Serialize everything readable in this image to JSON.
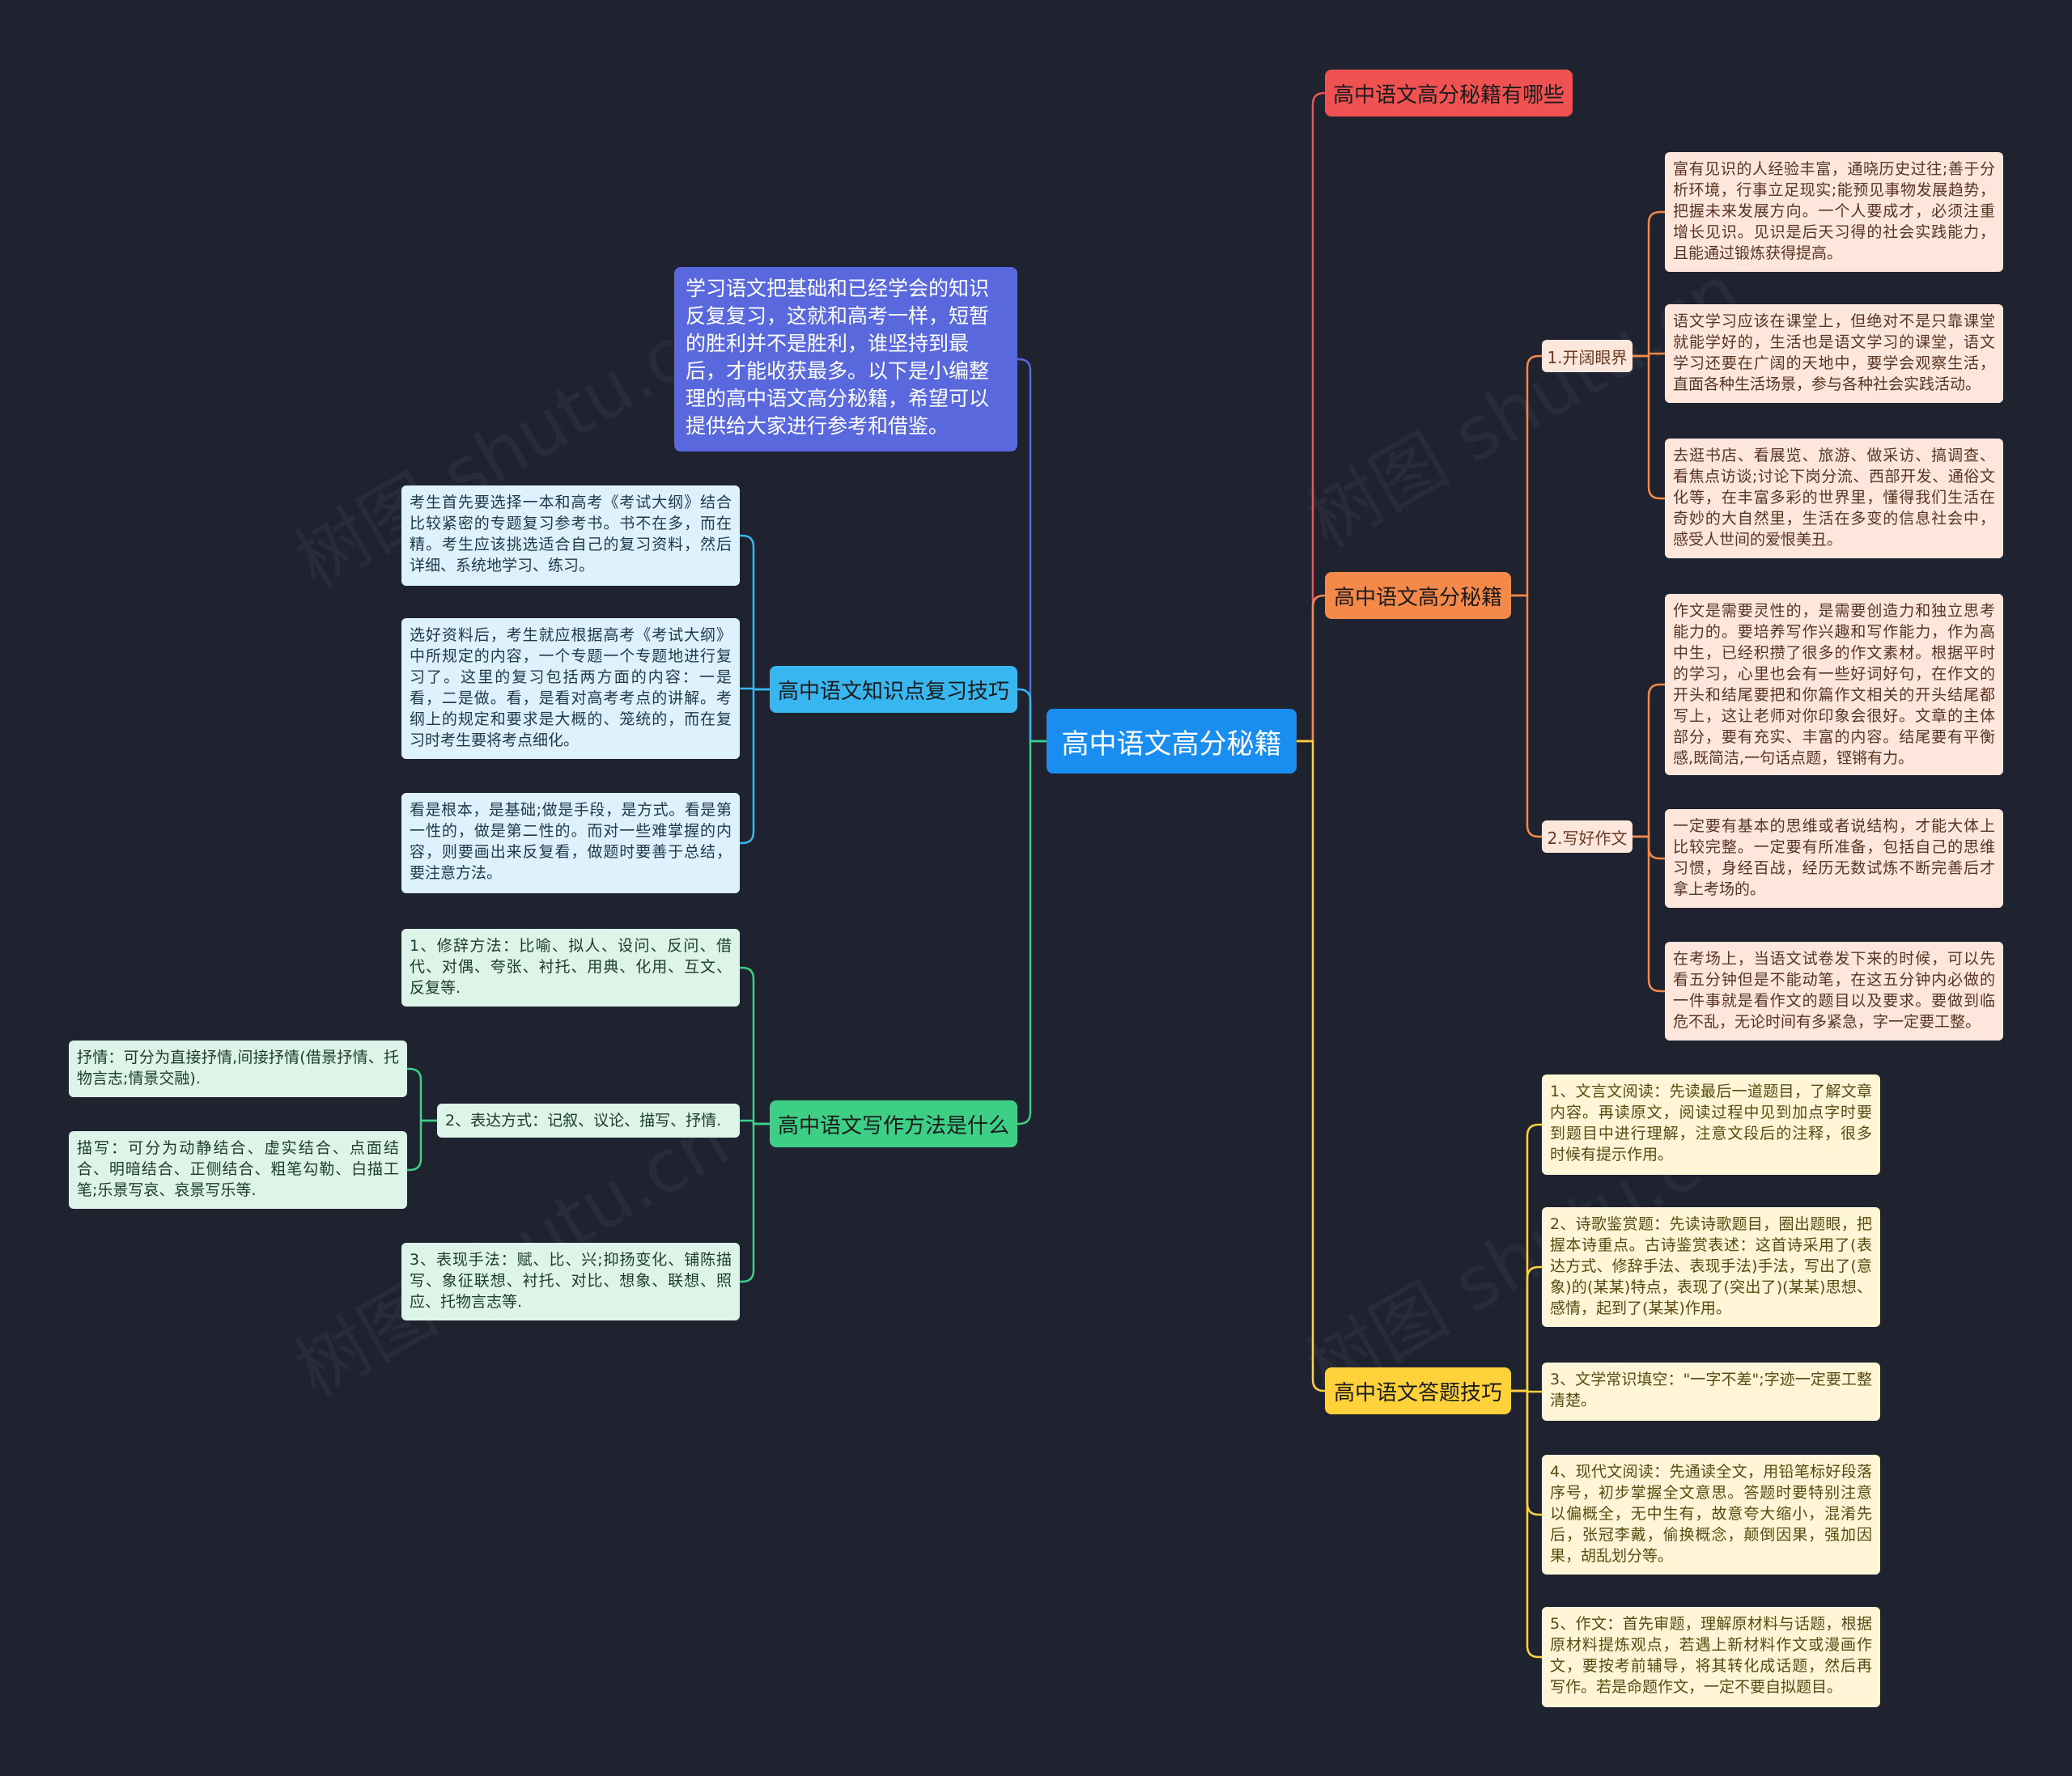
{
  "colors": {
    "background": "#1f2330",
    "root": "#1a8ef0",
    "intro": "#5969dd",
    "branch_red": "#f05252",
    "branch_orange": "#f5894a",
    "branch_yellow": "#ffd23c",
    "branch_cyan": "#38b6f0",
    "branch_green": "#3ccf85",
    "leaf_orange_bg": "#fde7dd",
    "leaf_yellow_bg": "#fff6d8",
    "leaf_cyan_bg": "#ddf2fd",
    "leaf_green_bg": "#dcf5e8"
  },
  "watermark": "树图 shutu.cn",
  "root": {
    "label": "高中语文高分秘籍"
  },
  "intro": {
    "text": "学习语文把基础和已经学会的知识反复复习，这就和高考一样，短暂的胜利并不是胜利，谁坚持到最后，才能收获最多。以下是小编整理的高中语文高分秘籍，希望可以提供给大家进行参考和借鉴。"
  },
  "right": {
    "b1": {
      "label": "高中语文高分秘籍有哪些"
    },
    "b2": {
      "label": "高中语文高分秘籍",
      "s1": {
        "label": "1.开阔眼界",
        "items": [
          "富有见识的人经验丰富，通晓历史过往;善于分析环境，行事立足现实;能预见事物发展趋势，把握未来发展方向。一个人要成才，必须注重增长见识。见识是后天习得的社会实践能力，且能通过锻炼获得提高。",
          "语文学习应该在课堂上，但绝对不是只靠课堂就能学好的，生活也是语文学习的课堂，语文学习还要在广阔的天地中，要学会观察生活，直面各种生活场景，参与各种社会实践活动。",
          "去逛书店、看展览、旅游、做采访、搞调查、看焦点访谈;讨论下岗分流、西部开发、通俗文化等，在丰富多彩的世界里，懂得我们生活在奇妙的大自然里，生活在多变的信息社会中，感受人世间的爱恨美丑。"
        ]
      },
      "s2": {
        "label": "2.写好作文",
        "items": [
          "作文是需要灵性的，是需要创造力和独立思考能力的。要培养写作兴趣和写作能力，作为高中生，已经积攒了很多的作文素材。根据平时的学习，心里也会有一些好词好句，在作文的开头和结尾要把和你篇作文相关的开头结尾都写上，这让老师对你印象会很好。文章的主体部分，要有充实、丰富的内容。结尾要有平衡感,既简洁,一句话点题，铿锵有力。",
          "一定要有基本的思维或者说结构，才能大体上比较完整。一定要有所准备，包括自己的思维习惯，身经百战，经历无数试炼不断完善后才拿上考场的。",
          "在考场上，当语文试卷发下来的时候，可以先看五分钟但是不能动笔，在这五分钟内必做的一件事就是看作文的题目以及要求。要做到临危不乱，无论时间有多紧急，字一定要工整。"
        ]
      }
    },
    "b3": {
      "label": "高中语文答题技巧",
      "items": [
        "1、文言文阅读：先读最后一道题目，了解文章内容。再读原文，阅读过程中见到加点字时要到题目中进行理解，注意文段后的注释，很多时候有提示作用。",
        "2、诗歌鉴赏题：先读诗歌题目，圈出题眼，把握本诗重点。古诗鉴赏表述：这首诗采用了(表达方式、修辞手法、表现手法)手法，写出了(意象)的(某某)特点，表现了(突出了)(某某)思想、感情，起到了(某某)作用。",
        "3、文学常识填空：\"一字不差\";字迹一定要工整清楚。",
        "4、现代文阅读：先通读全文，用铅笔标好段落序号，初步掌握全文意思。答题时要特别注意以偏概全，无中生有，故意夸大缩小，混淆先后，张冠李戴，偷换概念，颠倒因果，强加因果，胡乱划分等。",
        "5、作文：首先审题，理解原材料与话题，根据原材料提炼观点，若遇上新材料作文或漫画作文，要按考前辅导，将其转化成话题，然后再写作。若是命题作文，一定不要自拟题目。"
      ]
    }
  },
  "left": {
    "b1": {
      "label": "高中语文知识点复习技巧",
      "items": [
        "考生首先要选择一本和高考《考试大纲》结合比较紧密的专题复习参考书。书不在多，而在精。考生应该挑选适合自己的复习资料，然后详细、系统地学习、练习。",
        "选好资料后，考生就应根据高考《考试大纲》中所规定的内容，一个专题一个专题地进行复习了。这里的复习包括两方面的内容：一是看，二是做。看，是看对高考考点的讲解。考纲上的规定和要求是大概的、笼统的，而在复习时考生要将考点细化。",
        "看是根本，是基础;做是手段，是方式。看是第一性的，做是第二性的。而对一些难掌握的内容，则要画出来反复看，做题时要善于总结，要注意方法。"
      ]
    },
    "b2": {
      "label": "高中语文写作方法是什么",
      "items": [
        "1、修辞方法：比喻、拟人、设问、反问、借代、对偶、夸张、衬托、用典、化用、互文、反复等.",
        "2、表达方式：记叙、议论、描写、抒情.",
        "3、表现手法：赋、比、兴;抑扬变化、铺陈描写、象征联想、衬托、对比、想象、联想、照应、托物言志等."
      ],
      "sub_items": [
        "抒情：可分为直接抒情,间接抒情(借景抒情、托物言志;情景交融).",
        "描写：可分为动静结合、虚实结合、点面结合、明暗结合、正侧结合、粗笔勾勒、白描工笔;乐景写哀、哀景写乐等."
      ]
    }
  }
}
